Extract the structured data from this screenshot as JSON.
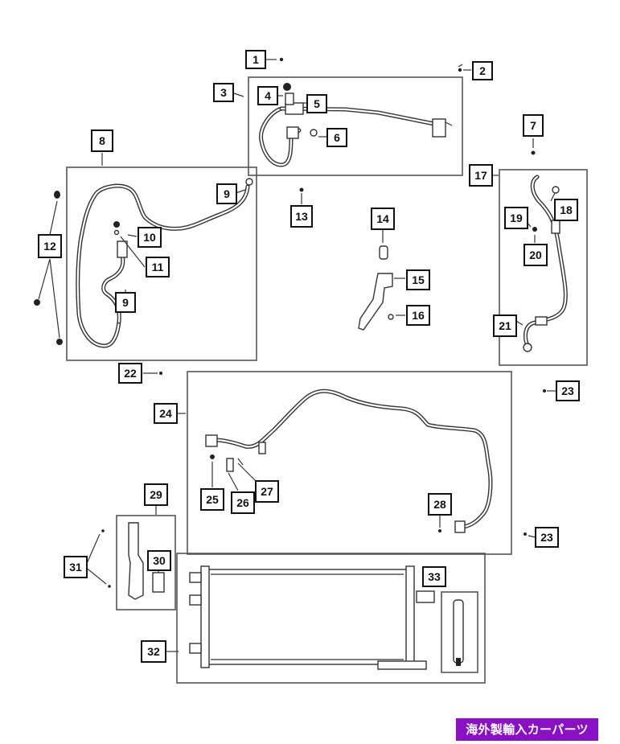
{
  "callouts": [
    "1",
    "2",
    "3",
    "4",
    "5",
    "6",
    "7",
    "8",
    "9",
    "9",
    "10",
    "11",
    "12",
    "13",
    "14",
    "15",
    "16",
    "17",
    "18",
    "19",
    "20",
    "21",
    "22",
    "23",
    "23",
    "24",
    "25",
    "26",
    "27",
    "28",
    "29",
    "30",
    "31",
    "32",
    "33"
  ],
  "watermark": "海外製輸入カーパーツ"
}
